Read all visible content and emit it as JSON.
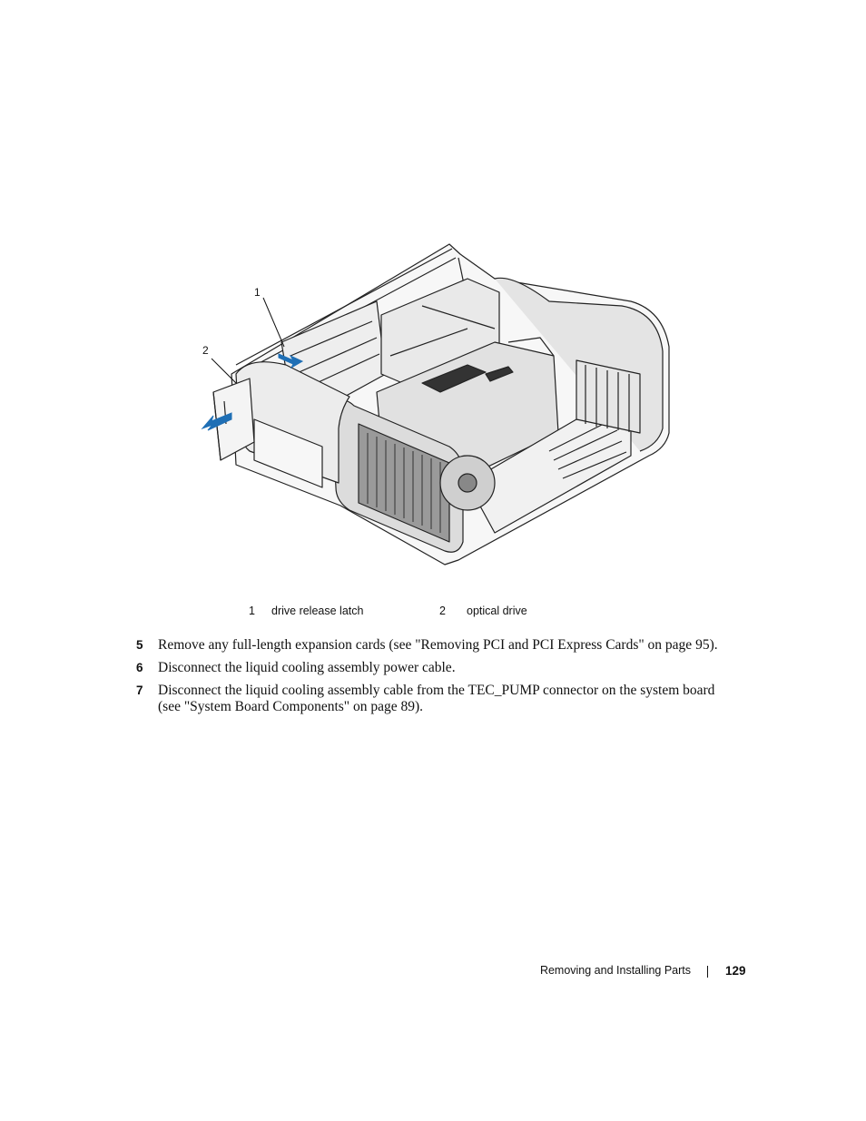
{
  "figure": {
    "callouts": [
      "1",
      "2"
    ]
  },
  "legend": [
    {
      "num": "1",
      "label": "drive release latch"
    },
    {
      "num": "2",
      "label": "optical drive"
    }
  ],
  "steps": [
    {
      "num": "5",
      "text": "Remove any full-length expansion cards (see \"Removing PCI and PCI Express Cards\" on page 95)."
    },
    {
      "num": "6",
      "text": "Disconnect the liquid cooling assembly power cable."
    },
    {
      "num": "7",
      "text": "Disconnect the liquid cooling assembly cable from the TEC_PUMP connector on the system board (see \"System Board Components\" on page 89)."
    }
  ],
  "footer": {
    "section_title": "Removing and Installing Parts",
    "page_number": "129"
  },
  "colors": {
    "arrow": "#1f6fb5",
    "line": "#222222"
  }
}
